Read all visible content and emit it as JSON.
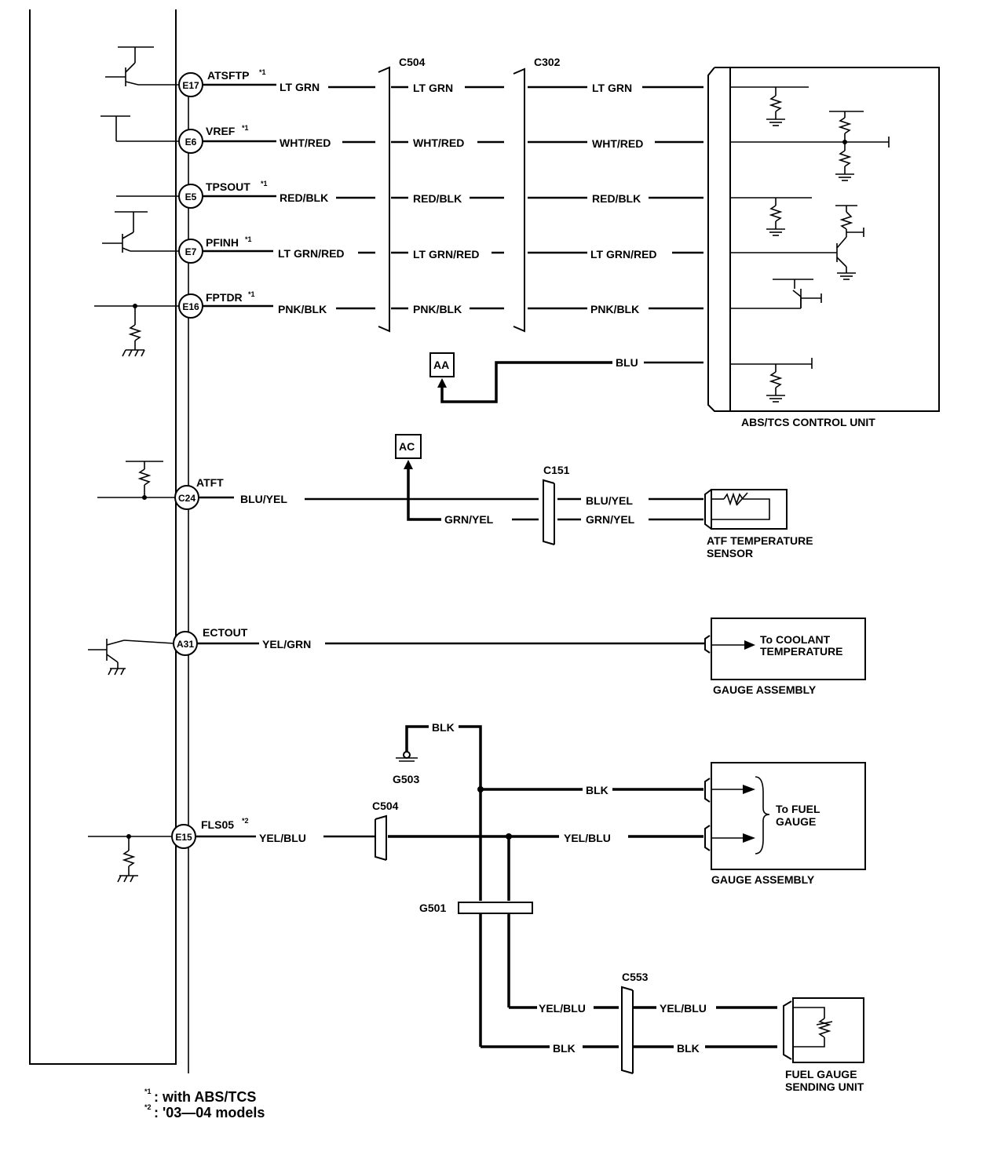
{
  "pins": [
    {
      "id": "E17",
      "signal": "ATSFTP",
      "mark": "*1"
    },
    {
      "id": "E6",
      "signal": "VREF",
      "mark": "*1"
    },
    {
      "id": "E5",
      "signal": "TPSOUT",
      "mark": "*1"
    },
    {
      "id": "E7",
      "signal": "PFINH",
      "mark": "*1"
    },
    {
      "id": "E16",
      "signal": "FPTDR",
      "mark": "*1"
    },
    {
      "id": "C24",
      "signal": "ATFT",
      "mark": ""
    },
    {
      "id": "A31",
      "signal": "ECTOUT",
      "mark": ""
    },
    {
      "id": "E15",
      "signal": "FLS05",
      "mark": "*2"
    }
  ],
  "wires": {
    "lt_grn": "LT GRN",
    "wht_red": "WHT/RED",
    "red_blk": "RED/BLK",
    "lt_grn_red": "LT GRN/RED",
    "pnk_blk": "PNK/BLK",
    "blu": "BLU",
    "blu_yel": "BLU/YEL",
    "grn_yel": "GRN/YEL",
    "yel_grn": "YEL/GRN",
    "blk": "BLK",
    "yel_blu": "YEL/BLU"
  },
  "connectors": {
    "c504": "C504",
    "c302": "C302",
    "c151": "C151",
    "c553": "C553",
    "g503": "G503",
    "g501": "G501",
    "aa": "AA",
    "ac": "AC"
  },
  "components": {
    "abs_tcs": "ABS/TCS CONTROL UNIT",
    "atf_sensor_line1": "ATF TEMPERATURE",
    "atf_sensor_line2": "SENSOR",
    "coolant_line1": "To COOLANT",
    "coolant_line2": "TEMPERATURE",
    "gauge_assembly": "GAUGE ASSEMBLY",
    "fuel_line1": "To FUEL",
    "fuel_line2": "GAUGE",
    "sending_line1": "FUEL GAUGE",
    "sending_line2": "SENDING UNIT"
  },
  "notes": {
    "note1_mark": "*1",
    "note1_text": ": with ABS/TCS",
    "note2_mark": "*2",
    "note2_text": ": '03—04 models"
  }
}
